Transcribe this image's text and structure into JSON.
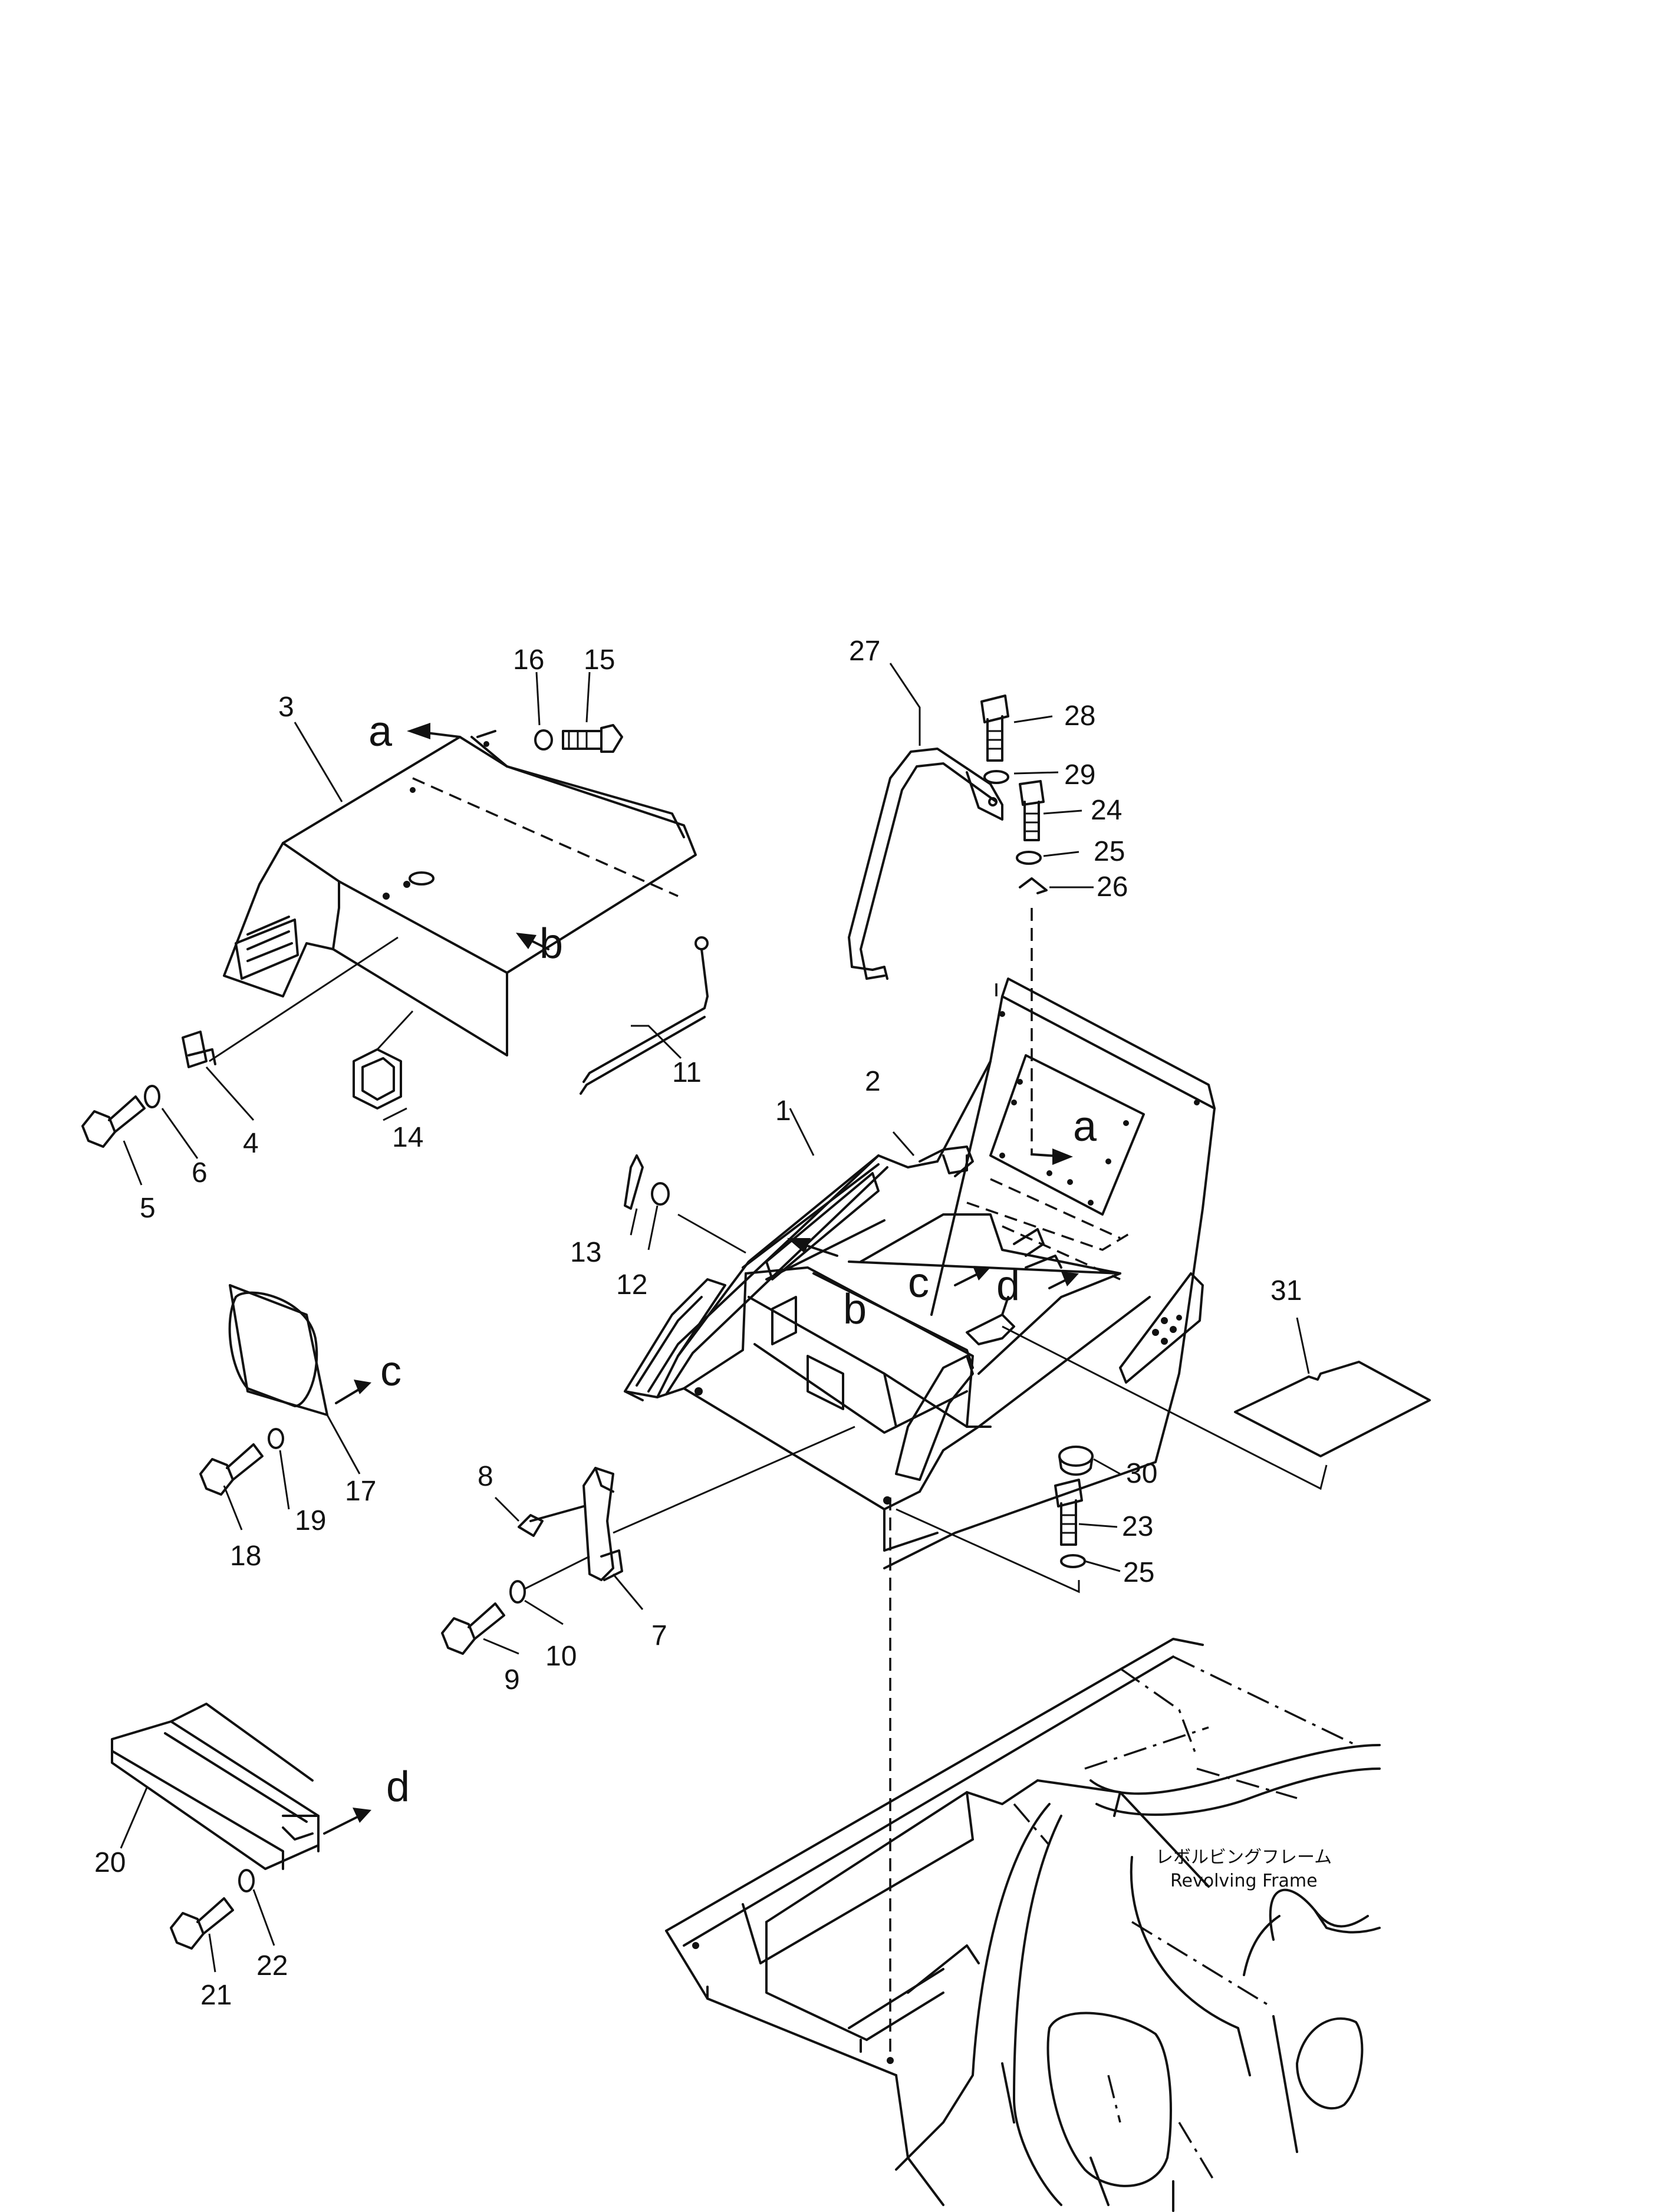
{
  "parts": {
    "p1": "1",
    "p2": "2",
    "p3": "3",
    "p4": "4",
    "p5": "5",
    "p6": "6",
    "p7": "7",
    "p8": "8",
    "p9": "9",
    "p10": "10",
    "p11": "11",
    "p12": "12",
    "p13": "13",
    "p14": "14",
    "p15": "15",
    "p16": "16",
    "p17": "17",
    "p18": "18",
    "p19": "19",
    "p20": "20",
    "p21": "21",
    "p22": "22",
    "p23": "23",
    "p24": "24",
    "p25": "25",
    "p26": "26",
    "p27": "27",
    "p28": "28",
    "p29": "29",
    "p30": "30",
    "p31": "31"
  },
  "refs": {
    "a": "a",
    "b": "b",
    "c": "c",
    "d": "d"
  },
  "frame_label": {
    "jp": "レボルビングフレーム",
    "en": "Revolving  Frame"
  }
}
